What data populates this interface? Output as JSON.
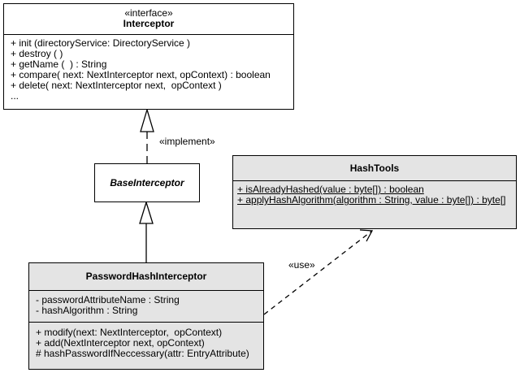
{
  "interceptor": {
    "stereotype": "«interface»",
    "name": "Interceptor",
    "operations": [
      "+ init (directoryService: DirectoryService )",
      "+ destroy ( )",
      "+ getName (  ) : String",
      "+ compare( next: NextInterceptor next, opContext) : boolean",
      "+ delete( next: NextInterceptor next,  opContext )",
      "..."
    ]
  },
  "base_interceptor": {
    "name": "BaseInterceptor"
  },
  "implement_label": "«implement»",
  "hash_tools": {
    "name": "HashTools",
    "operations": [
      "+ isAlreadyHashed(value : byte[]) : boolean",
      "+ applyHashAlgorithm(algorithm : String, value : byte[]) : byte[]"
    ]
  },
  "use_label": "«use»",
  "password_hash_interceptor": {
    "name": "PasswordHashInterceptor",
    "attributes": [
      "- passwordAttributeName : String",
      "- hashAlgorithm : String"
    ],
    "operations": [
      "+ modify(next: NextInterceptor,  opContext)",
      "+ add(NextInterceptor next, opContext)",
      "# hashPasswordIfNeccessary(attr: EntryAttribute)"
    ]
  }
}
